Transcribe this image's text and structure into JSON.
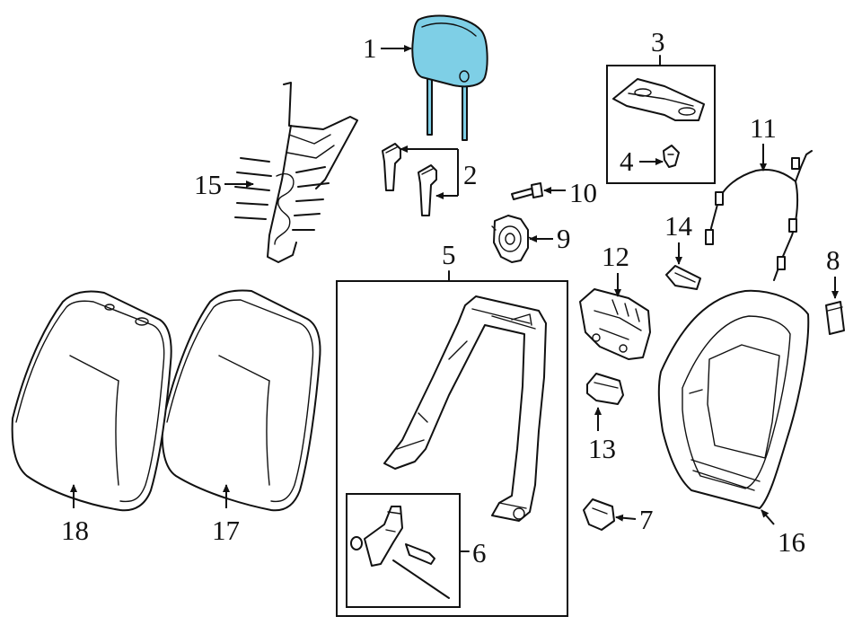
{
  "highlight_color": "#7ecfe6",
  "callouts": {
    "c1": "1",
    "c2": "2",
    "c3": "3",
    "c4": "4",
    "c5": "5",
    "c6": "6",
    "c7": "7",
    "c8": "8",
    "c9": "9",
    "c10": "10",
    "c11": "11",
    "c12": "12",
    "c13": "13",
    "c14": "14",
    "c15": "15",
    "c16": "16",
    "c17": "17",
    "c18": "18"
  },
  "highlighted_part": "1"
}
